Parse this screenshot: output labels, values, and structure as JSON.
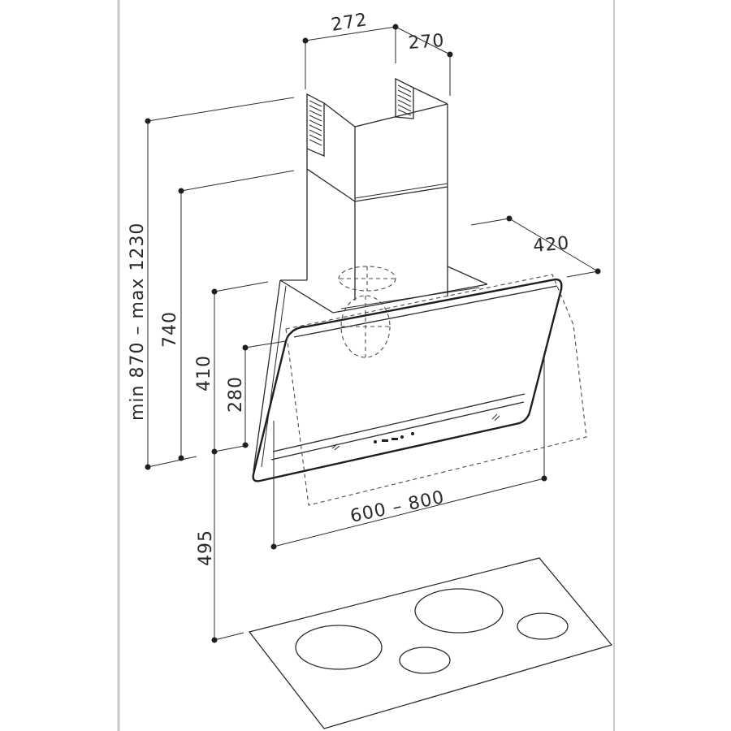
{
  "dimensions": {
    "chimney_width": "272",
    "chimney_depth": "270",
    "hood_depth": "420",
    "total_height_range": "min 870 – max 1230",
    "chimney_height": "740",
    "hood_height": "410",
    "glass_height": "280",
    "mounting_height": "495",
    "hood_width_range": "600 – 800"
  },
  "colors": {
    "line": "#2a2a2a",
    "frame_gray": "#c8c8c8",
    "background": "#ffffff"
  }
}
